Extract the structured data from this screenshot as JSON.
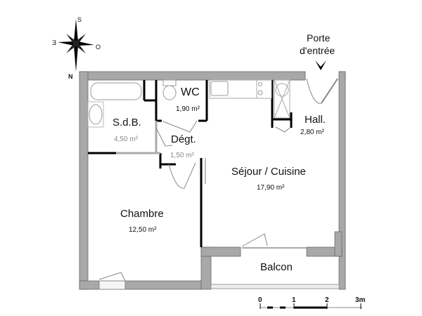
{
  "compass": {
    "north": "N",
    "south": "S",
    "east": "E",
    "west": "O"
  },
  "entrance": {
    "line1": "Porte",
    "line2": "d'entrée"
  },
  "rooms": [
    {
      "name": "WC",
      "area": "1,90 m²"
    },
    {
      "name": "S.d.B.",
      "area": "4,50 m²"
    },
    {
      "name": "Dégt.",
      "area": "1,50 m²"
    },
    {
      "name": "Hall.",
      "area": "2,80 m²"
    },
    {
      "name": "Séjour / Cuisine",
      "area": "17,90 m²"
    },
    {
      "name": "Chambre",
      "area": "12,50 m²"
    },
    {
      "name": "Balcon",
      "area": ""
    }
  ],
  "scale_bar": {
    "ticks": [
      "0",
      "1",
      "2",
      "3m"
    ]
  },
  "colors": {
    "wall_fill": "#a8a8a8",
    "wall_stroke": "#555555",
    "partition": "#000000",
    "fixture": "#999999"
  }
}
